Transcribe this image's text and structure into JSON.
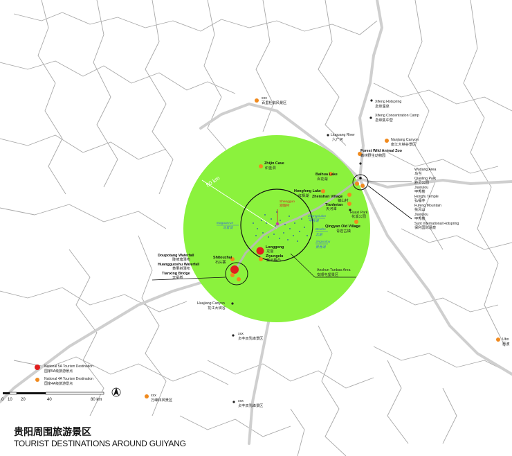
{
  "title_cn": "贵阳周围旅游景区",
  "title_en": "TOURIST DESTINATIONS AROUND GUIYANG",
  "radius_label": "80 km",
  "center_label": "Shengguo",
  "center_label_cn": "观留村",
  "colors": {
    "zone_fill": "#8bf23d",
    "road": "#c8c8c8",
    "boundary": "#9a9a9a",
    "national_5a": "#e01e1e",
    "national_4a": "#f08a1e",
    "small_point": "#222222",
    "lake_label": "#3a6fd6"
  },
  "destinations": [
    {
      "name": "xxx",
      "cn": "百里杜鹃风景区",
      "type": "4a"
    },
    {
      "name": "Xifeng Hotspring",
      "cn": "息烽温泉",
      "type": "small"
    },
    {
      "name": "Xifeng Concentration Camp",
      "cn": "息烽集中营",
      "type": "small"
    },
    {
      "name": "Liuguang River",
      "cn": "六广河",
      "type": "small"
    },
    {
      "name": "Nanjiang Canyon",
      "cn": "南江大峡谷景区",
      "type": "4a"
    },
    {
      "name": "Forest Wild Animal Zoo",
      "cn": "森林野生动物园",
      "type": "4a"
    },
    {
      "name": "Zhijin Cave",
      "cn": "织金洞",
      "type": "4a"
    },
    {
      "name": "Baihua Lake",
      "cn": "百花湖",
      "type": "4a"
    },
    {
      "name": "Hongfeng Lake",
      "cn": "红枫湖",
      "type": "4a"
    },
    {
      "name": "Zhenshan Village",
      "cn": "镇山村",
      "type": "4a"
    },
    {
      "name": "Tianhetan",
      "cn": "天河潭",
      "type": "4a"
    },
    {
      "name": "Huaxi Park",
      "cn": "花溪公园",
      "type": "4a"
    },
    {
      "name": "Qingyan Old Village",
      "cn": "青岩古镇",
      "type": "4a"
    },
    {
      "name": "Longgong",
      "cn": "龙宫",
      "type": "5a"
    },
    {
      "name": "Ziyungelu",
      "cn": "紫云格凸",
      "type": "4a"
    },
    {
      "name": "Doupotang Waterfall",
      "cn": "陡坡塘瀑布",
      "type": "label"
    },
    {
      "name": "Huangguoshu Waterfall",
      "cn": "黄果树瀑布",
      "type": "label"
    },
    {
      "name": "Tianxing Bridge",
      "cn": "天星桥",
      "type": "label"
    },
    {
      "name": "Shitouzhai",
      "cn": "石头寨",
      "type": "4a"
    },
    {
      "name": "Huajiang Canyon",
      "cn": "花江大峡谷",
      "type": "small"
    },
    {
      "name": "xxx",
      "cn": "贞丰双乳峰景区",
      "type": "small"
    },
    {
      "name": "Anshun Tunbao Area",
      "cn": "安顺屯堡景区",
      "type": "label"
    },
    {
      "name": "xxx",
      "cn": "贞丰双乳峰景区",
      "type": "small"
    },
    {
      "name": "xxx",
      "cn": "万峰林风景区",
      "type": "4a"
    },
    {
      "name": "Ubo",
      "cn": "惠波",
      "type": "4a"
    }
  ],
  "cluster_list": [
    {
      "name": "Wudang Area",
      "cn": "乌当"
    },
    {
      "name": "Qianling Park",
      "cn": "黔灵公园"
    },
    {
      "name": "Jiaxiulou",
      "cn": "甲秀楼"
    },
    {
      "name": "Hongfu Temple",
      "cn": "弘福寺"
    },
    {
      "name": "Fufeng Mountain",
      "cn": "扶风山"
    },
    {
      "name": "Jiaxiulou",
      "cn": "甲秀楼"
    },
    {
      "name": "Sunt International Hotspring",
      "cn": "保利国际温泉"
    }
  ],
  "lakes": [
    {
      "name": "Maguanrun",
      "cn": "马官润"
    },
    {
      "name": "Zhongxiuloo",
      "cn": "中秀湖"
    },
    {
      "name": "Beiahe",
      "cn": "北湖"
    },
    {
      "name": "Jingxiulou",
      "cn": "景秀湖"
    }
  ],
  "legend": {
    "national_5a": "National 5A Tourism Destination",
    "national_5a_cn": "国家5A级旅游景点",
    "national_4a": "National 4A Tourism Destination",
    "national_4a_cn": "国家4A级旅游景点"
  },
  "scale": {
    "ticks": [
      "0",
      "10",
      "20",
      "40",
      "80 km"
    ]
  },
  "north_icon": "north-arrow-icon"
}
